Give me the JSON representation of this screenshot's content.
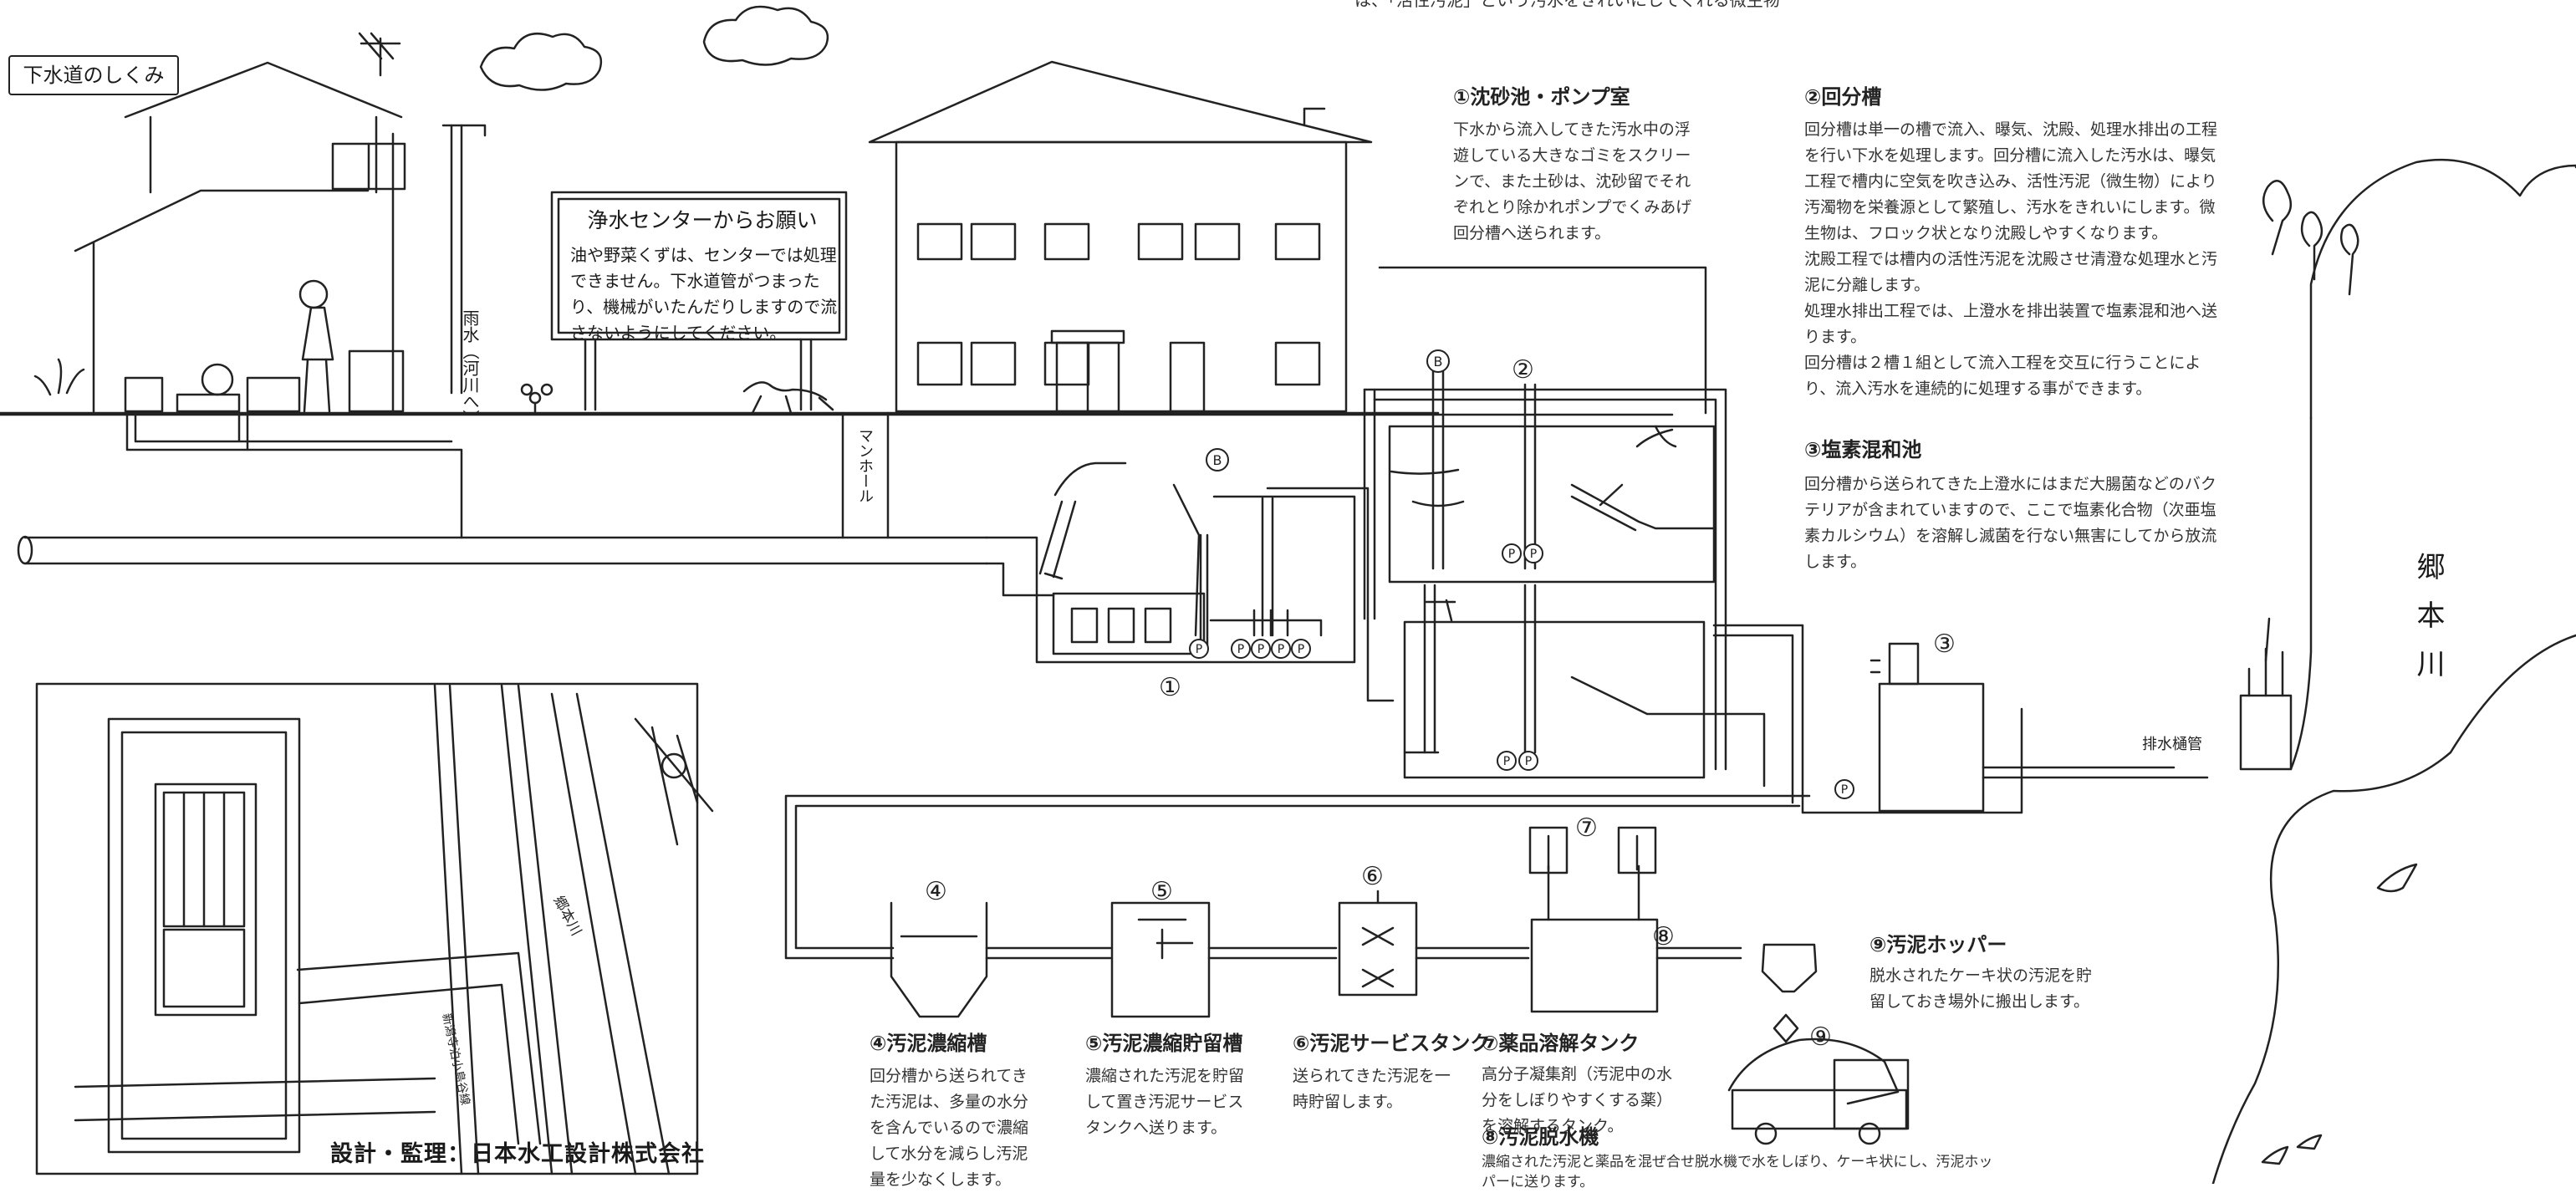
{
  "title_label": "下水道のしくみ",
  "top_caption": "は、「活性汚泥」という汚水をきれいにしてくれる微生物",
  "notice": {
    "title": "浄水センターからお願い",
    "body": "油や野菜くずは、センターでは処理できません。下水道管がつまったり、機械がいたんだりしますので流さないようにしてください。"
  },
  "labels": {
    "rain_pipe": "雨水（河川へ）",
    "manhole": "マンホール",
    "river": "郷本川",
    "river_map": "郷本川",
    "drain_gate": "排水樋管",
    "road_map": "新潟寺泊小島谷線"
  },
  "credit": "設計・監理：日本水工設計株式会社",
  "symbols": {
    "blower": "B",
    "pump": "P"
  },
  "markers": [
    "①",
    "②",
    "③",
    "④",
    "⑤",
    "⑥",
    "⑦",
    "⑧",
    "⑨"
  ],
  "sections": [
    {
      "heading": "①沈砂池・ポンプ室",
      "paragraphs": [
        "下水から流入してきた汚水中の浮遊している大きなゴミをスクリーンで、また土砂は、沈砂留でそれぞれとり除かれポンプでくみあげ回分槽へ送られます。"
      ]
    },
    {
      "heading": "②回分槽",
      "paragraphs": [
        "回分槽は単一の槽で流入、曝気、沈殿、処理水排出の工程を行い下水を処理します。回分槽に流入した汚水は、曝気工程で槽内に空気を吹き込み、活性汚泥（微生物）により汚濁物を栄養源として繁殖し、汚水をきれいにします。微生物は、フロック状となり沈殿しやすくなります。",
        "沈殿工程では槽内の活性汚泥を沈殿させ清澄な処理水と汚泥に分離します。",
        "処理水排出工程では、上澄水を排出装置で塩素混和池へ送ります。",
        "回分槽は２槽１組として流入工程を交互に行うことにより、流入汚水を連続的に処理する事ができます。"
      ]
    },
    {
      "heading": "③塩素混和池",
      "paragraphs": [
        "回分槽から送られてきた上澄水にはまだ大腸菌などのバクテリアが含まれていますので、ここで塩素化合物（次亜塩素カルシウム）を溶解し滅菌を行ない無害にしてから放流します。"
      ]
    },
    {
      "heading": "④汚泥濃縮槽",
      "paragraphs": [
        "回分槽から送られてきた汚泥は、多量の水分を含んでいるので濃縮して水分を減らし汚泥量を少なくします。"
      ]
    },
    {
      "heading": "⑤汚泥濃縮貯留槽",
      "paragraphs": [
        "濃縮された汚泥を貯留して置き汚泥サービスタンクへ送ります。"
      ]
    },
    {
      "heading": "⑥汚泥サービスタンク",
      "paragraphs": [
        "送られてきた汚泥を一時貯留します。"
      ]
    },
    {
      "heading": "⑦薬品溶解タンク",
      "paragraphs": [
        "高分子凝集剤（汚泥中の水分をしぼりやすくする薬）を溶解するタンク。"
      ]
    },
    {
      "heading": "⑧汚泥脱水機",
      "paragraphs": [
        "濃縮された汚泥と薬品を混ぜ合せ脱水機で水をしぼり、ケーキ状にし、汚泥ホッパーに送ります。"
      ]
    },
    {
      "heading": "⑨汚泥ホッパー",
      "paragraphs": [
        "脱水されたケーキ状の汚泥を貯留しておき場外に搬出します。"
      ]
    }
  ]
}
